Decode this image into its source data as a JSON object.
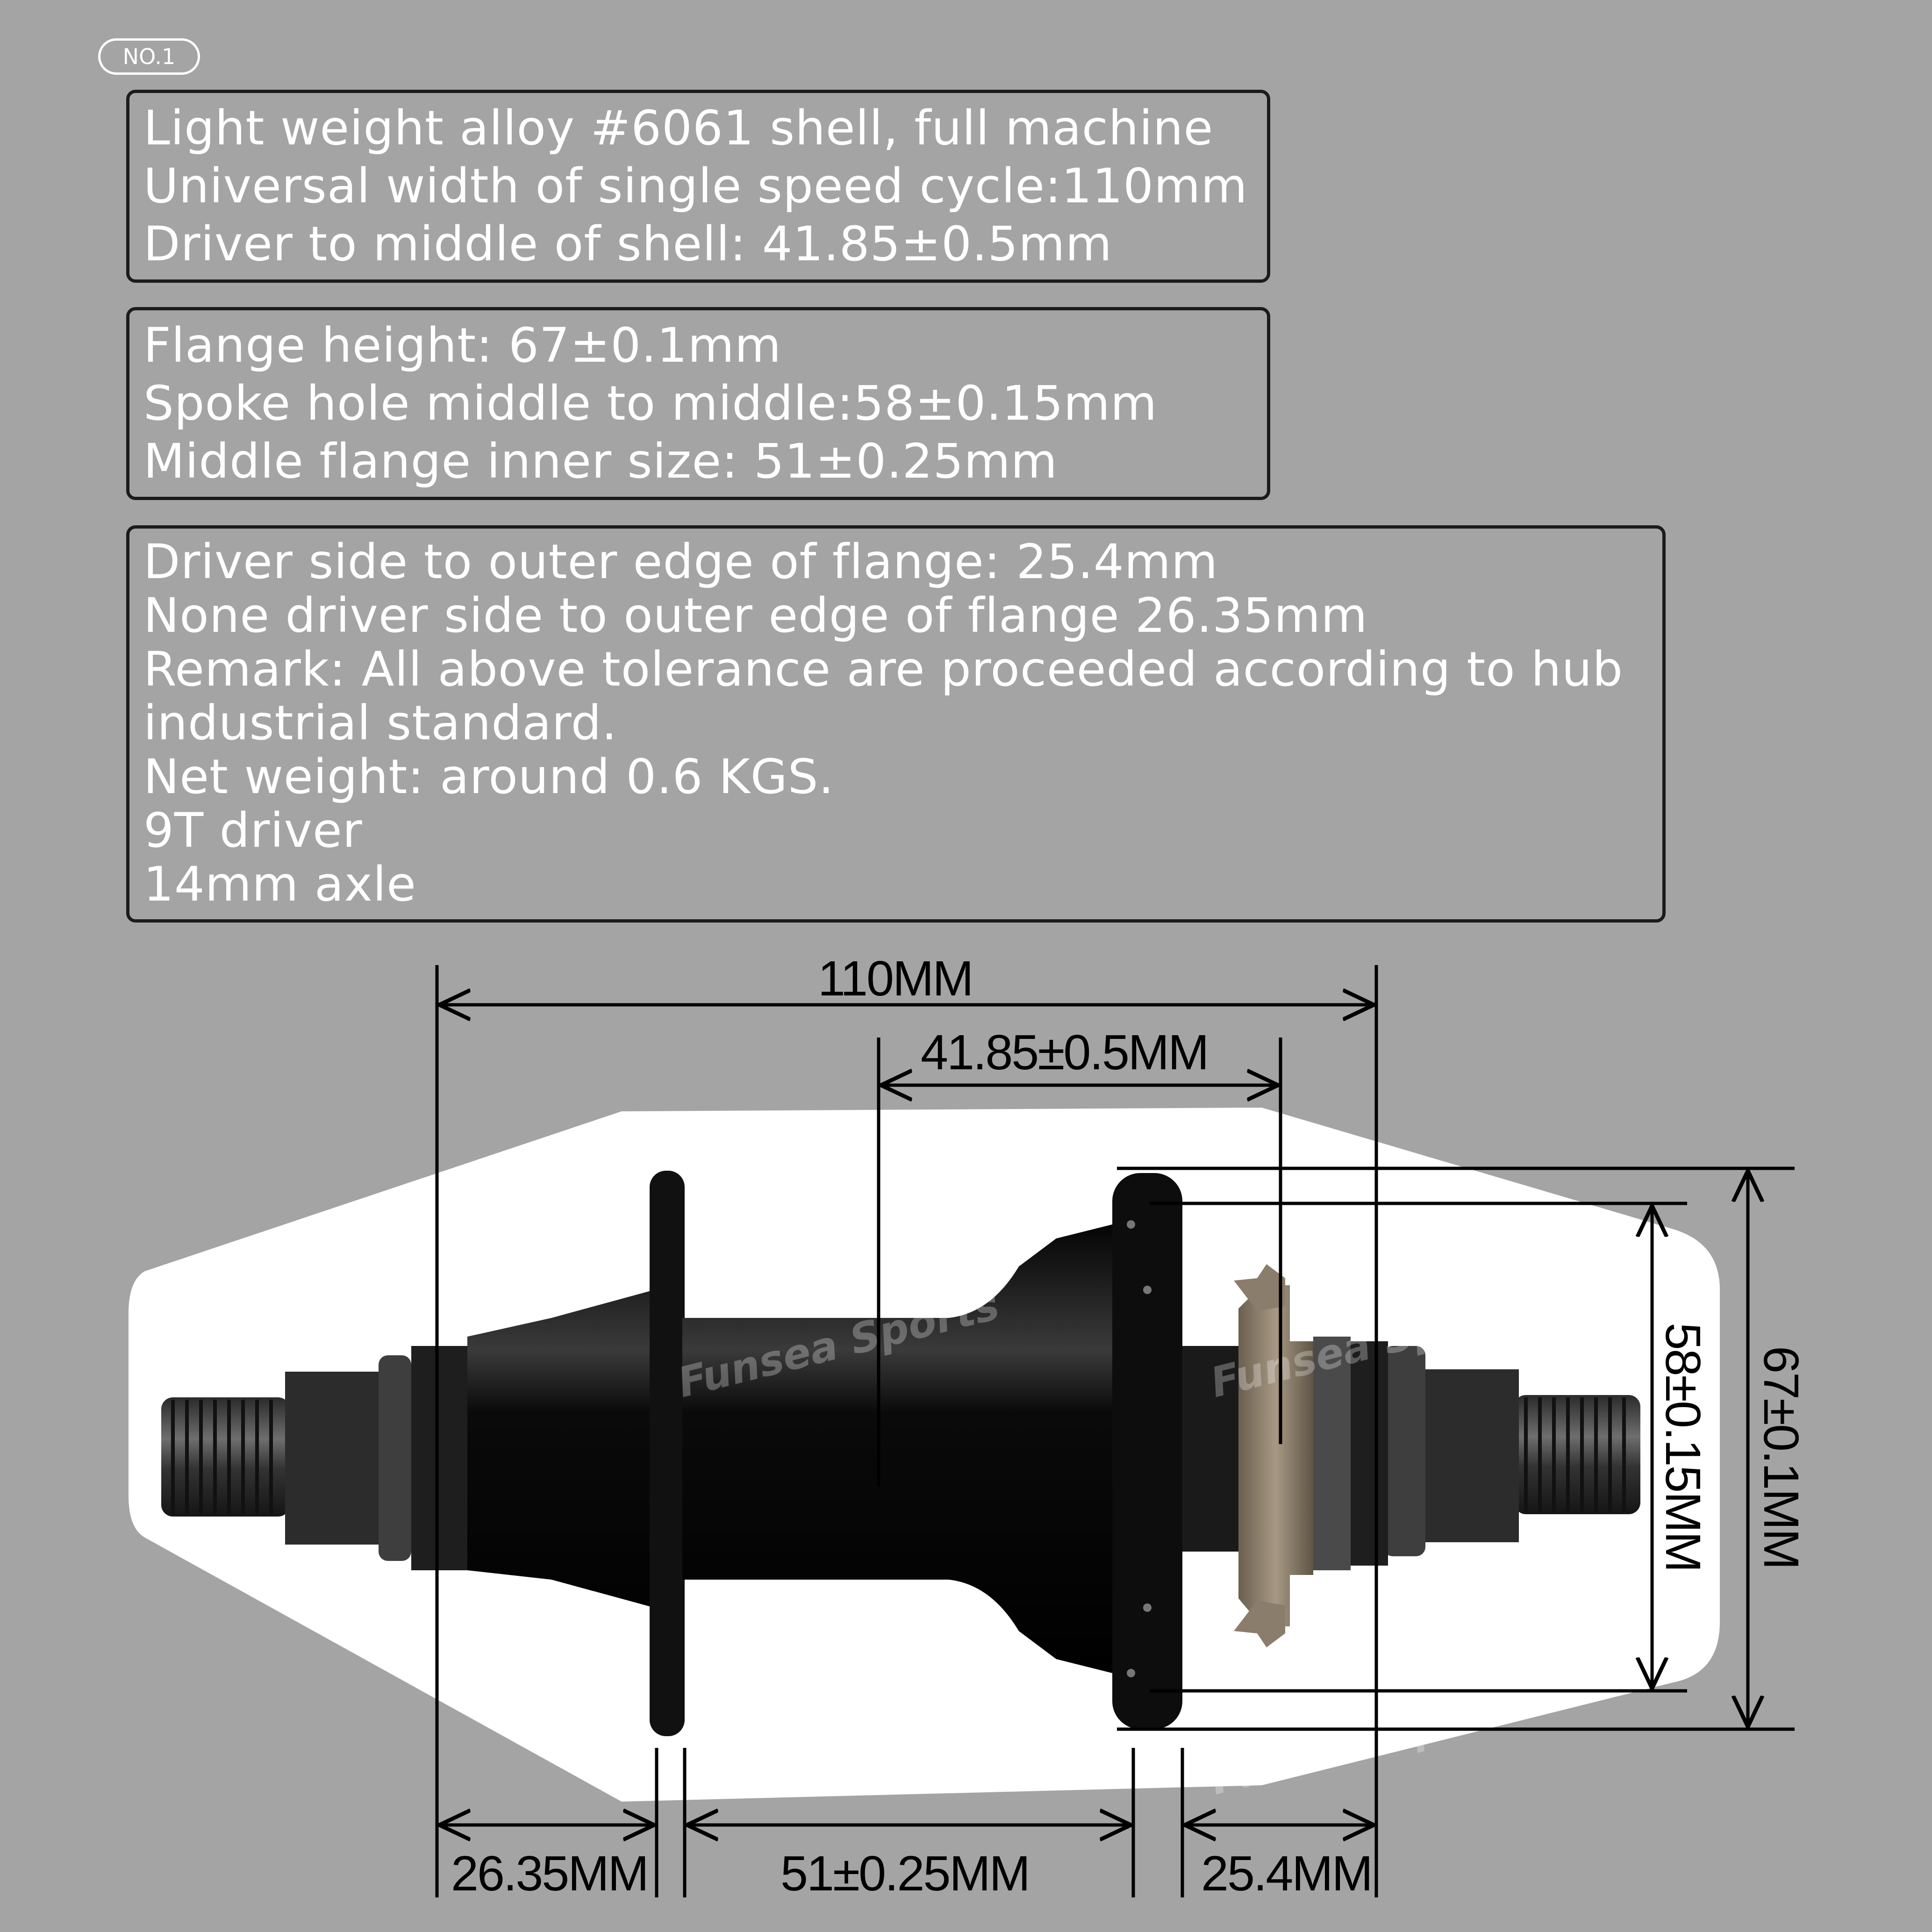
{
  "badge": "NO.1",
  "spec_groups": [
    {
      "lines": [
        "Light weight alloy #6061 shell, full machine",
        "Universal width of single speed cycle:110mm",
        "Driver to middle of shell: 41.85±0.5mm"
      ]
    },
    {
      "lines": [
        "Flange height: 67±0.1mm",
        "Spoke hole middle to middle:58±0.15mm",
        "Middle flange inner size: 51±0.25mm"
      ]
    },
    {
      "lines": [
        "Driver side to outer edge of flange: 25.4mm",
        "None driver side to outer edge of flange 26.35mm",
        "Remark: All above tolerance are proceeded according to hub",
        "industrial standard.",
        "Net weight: around 0.6 KGS.",
        "9T driver",
        "14mm axle"
      ]
    }
  ],
  "dimensions": {
    "overall_width": "110MM",
    "driver_to_middle": "41.85±0.5MM",
    "flange_height": "67±0.1MM",
    "spoke_hole_pcd": "58±0.15MM",
    "non_driver_to_flange": "26.35MM",
    "flange_inner": "51±0.25MM",
    "driver_to_flange": "25.4MM"
  },
  "watermark": "Funsea Sports",
  "colors": {
    "background": "#a4a4a4",
    "text": "#ffffff",
    "dimension_lines": "#000000",
    "hub_body": "#0b0b0b",
    "driver_cog": "#8a7d6b"
  }
}
